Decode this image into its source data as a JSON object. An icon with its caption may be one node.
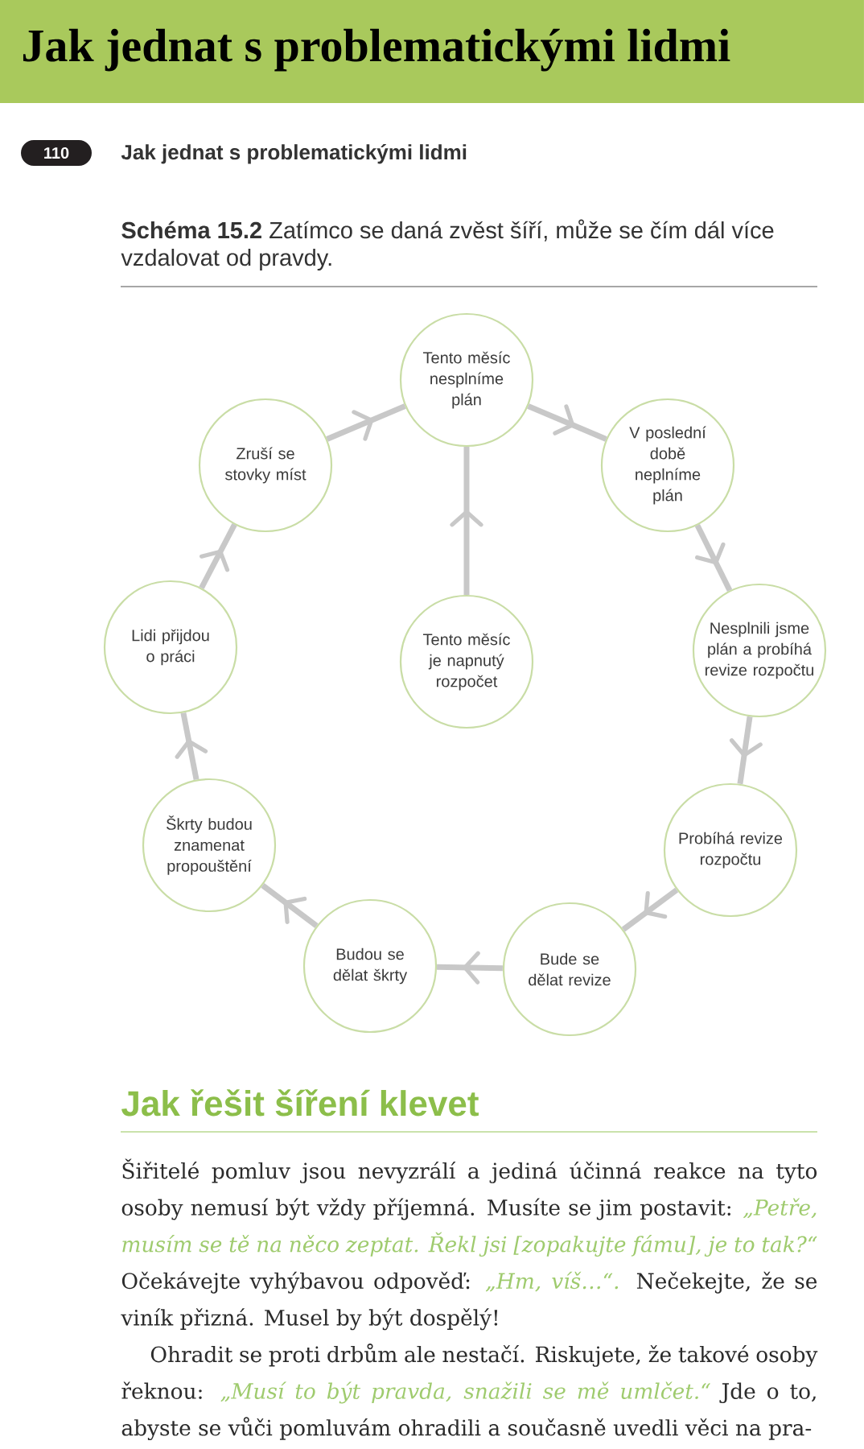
{
  "diagram": {
    "title": "Jak jednat s problematickými lidmi",
    "caption": "**Schéma 15.2** Zatímco se daná zvěst šíří, může se čím dál více vzdalovat od pravdy.",
    "nodes": [
      {
        "text": [
          "Tento měsíc nesplníme plán"
        ]
      },
      {
        "text": [
          "Zruší se stovky míst"
        ]
      },
      {
        "text": [
          "V poslední době neplníme plán"
        ]
      },
      {
        "text": [
          "Lidi přijdou o práci"
        ]
      },
      {
        "text": [
          "Tento měsíc je napnutý rozpočet"
        ]
      },
      {
        "text": [
          "Nesplnili jsme plán a probíhá revize rozpočtu"
        ]
      },
      {
        "text": [
          "Škrty budou znamenat propouštění"
        ]
      },
      {
        "text": [
          "Probíhá revize rozpočtu"
        ]
      },
      {
        "text": [
          "Budou se dělat škrty"
        ]
      },
      {
        "text": [
          "Bude se dělat revize"
        ]
      }
    ],
    "edges": [
      {
        "from": 4,
        "to": 0,
        "arrow": "to"
      },
      {
        "from": 0,
        "to": 2,
        "arrow": "to"
      },
      {
        "from": 2,
        "to": 5,
        "arrow": "to"
      },
      {
        "from": 5,
        "to": 7,
        "arrow": "to"
      },
      {
        "from": 7,
        "to": 9,
        "arrow": "to"
      },
      {
        "from": 9,
        "to": 8,
        "arrow": "to"
      },
      {
        "from": 8,
        "to": 6,
        "arrow": "to"
      },
      {
        "from": 6,
        "to": 3,
        "arrow": "to"
      },
      {
        "from": 3,
        "to": 1,
        "arrow": "to"
      },
      {
        "from": 1,
        "to": 0,
        "arrow": "to"
      }
    ],
    "labels": [
      "110",
      "Jak jednat s problematickými lidmi",
      "Jak řešit šíření klevet",
      "Šiřitelé pomluv jsou nevyzrálí a jediná účinná reakce na tyto osoby nemusí být vždy příjemná. Musíte se jim postavit: *„Petře, musím se tě na něco zeptat. Řekl jsi [zopakujte fámu], je to tak?“* Očekávejte vyhýbavou odpověď: *„Hm, víš…“.* Nečekejte, že se viník přizná. Musel by být dospělý!",
      "Ohradit se proti drbům ale nestačí. Riskujete, že takové osoby řeknou: *„Musí to být pravda, snažili se mě umlčet.“* Jde o to, abyste se vůči pomluvám ohradili a současně uvedli věci na pra-"
    ]
  }
}
